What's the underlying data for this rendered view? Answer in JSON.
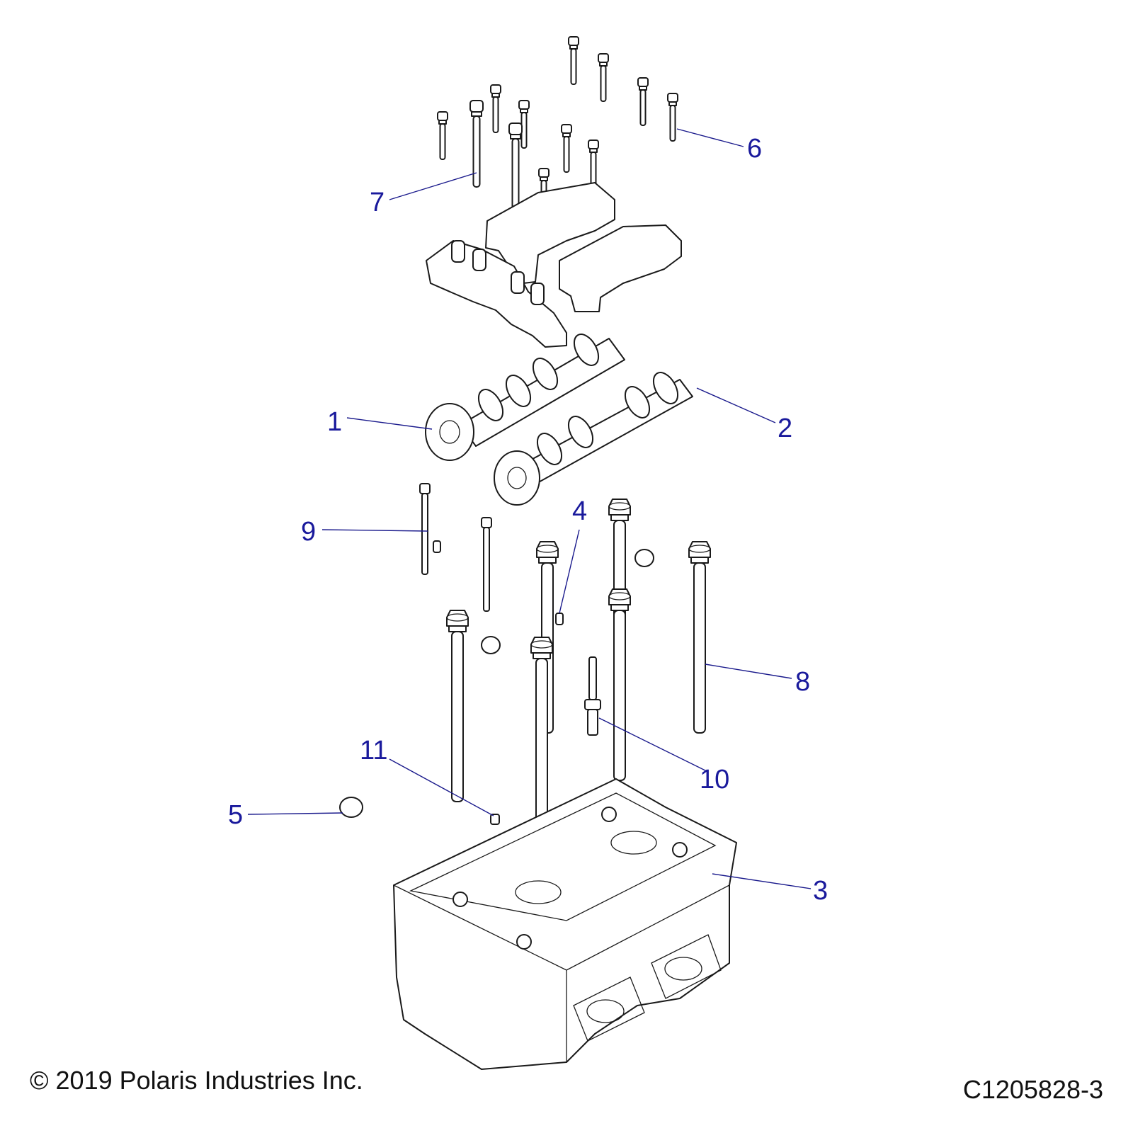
{
  "callouts": [
    {
      "id": "1",
      "label": "1"
    },
    {
      "id": "2",
      "label": "2"
    },
    {
      "id": "3",
      "label": "3"
    },
    {
      "id": "4",
      "label": "4"
    },
    {
      "id": "5",
      "label": "5"
    },
    {
      "id": "6",
      "label": "6"
    },
    {
      "id": "7",
      "label": "7"
    },
    {
      "id": "8",
      "label": "8"
    },
    {
      "id": "9",
      "label": "9"
    },
    {
      "id": "10",
      "label": "10"
    },
    {
      "id": "11",
      "label": "11"
    }
  ],
  "footer": {
    "copyright": "© 2019 Polaris Industries Inc.",
    "drawing_number": "C1205828-3"
  },
  "colors": {
    "callout": "#1a1a9c",
    "line_art": "#1a1a1a",
    "background": "#ffffff"
  }
}
